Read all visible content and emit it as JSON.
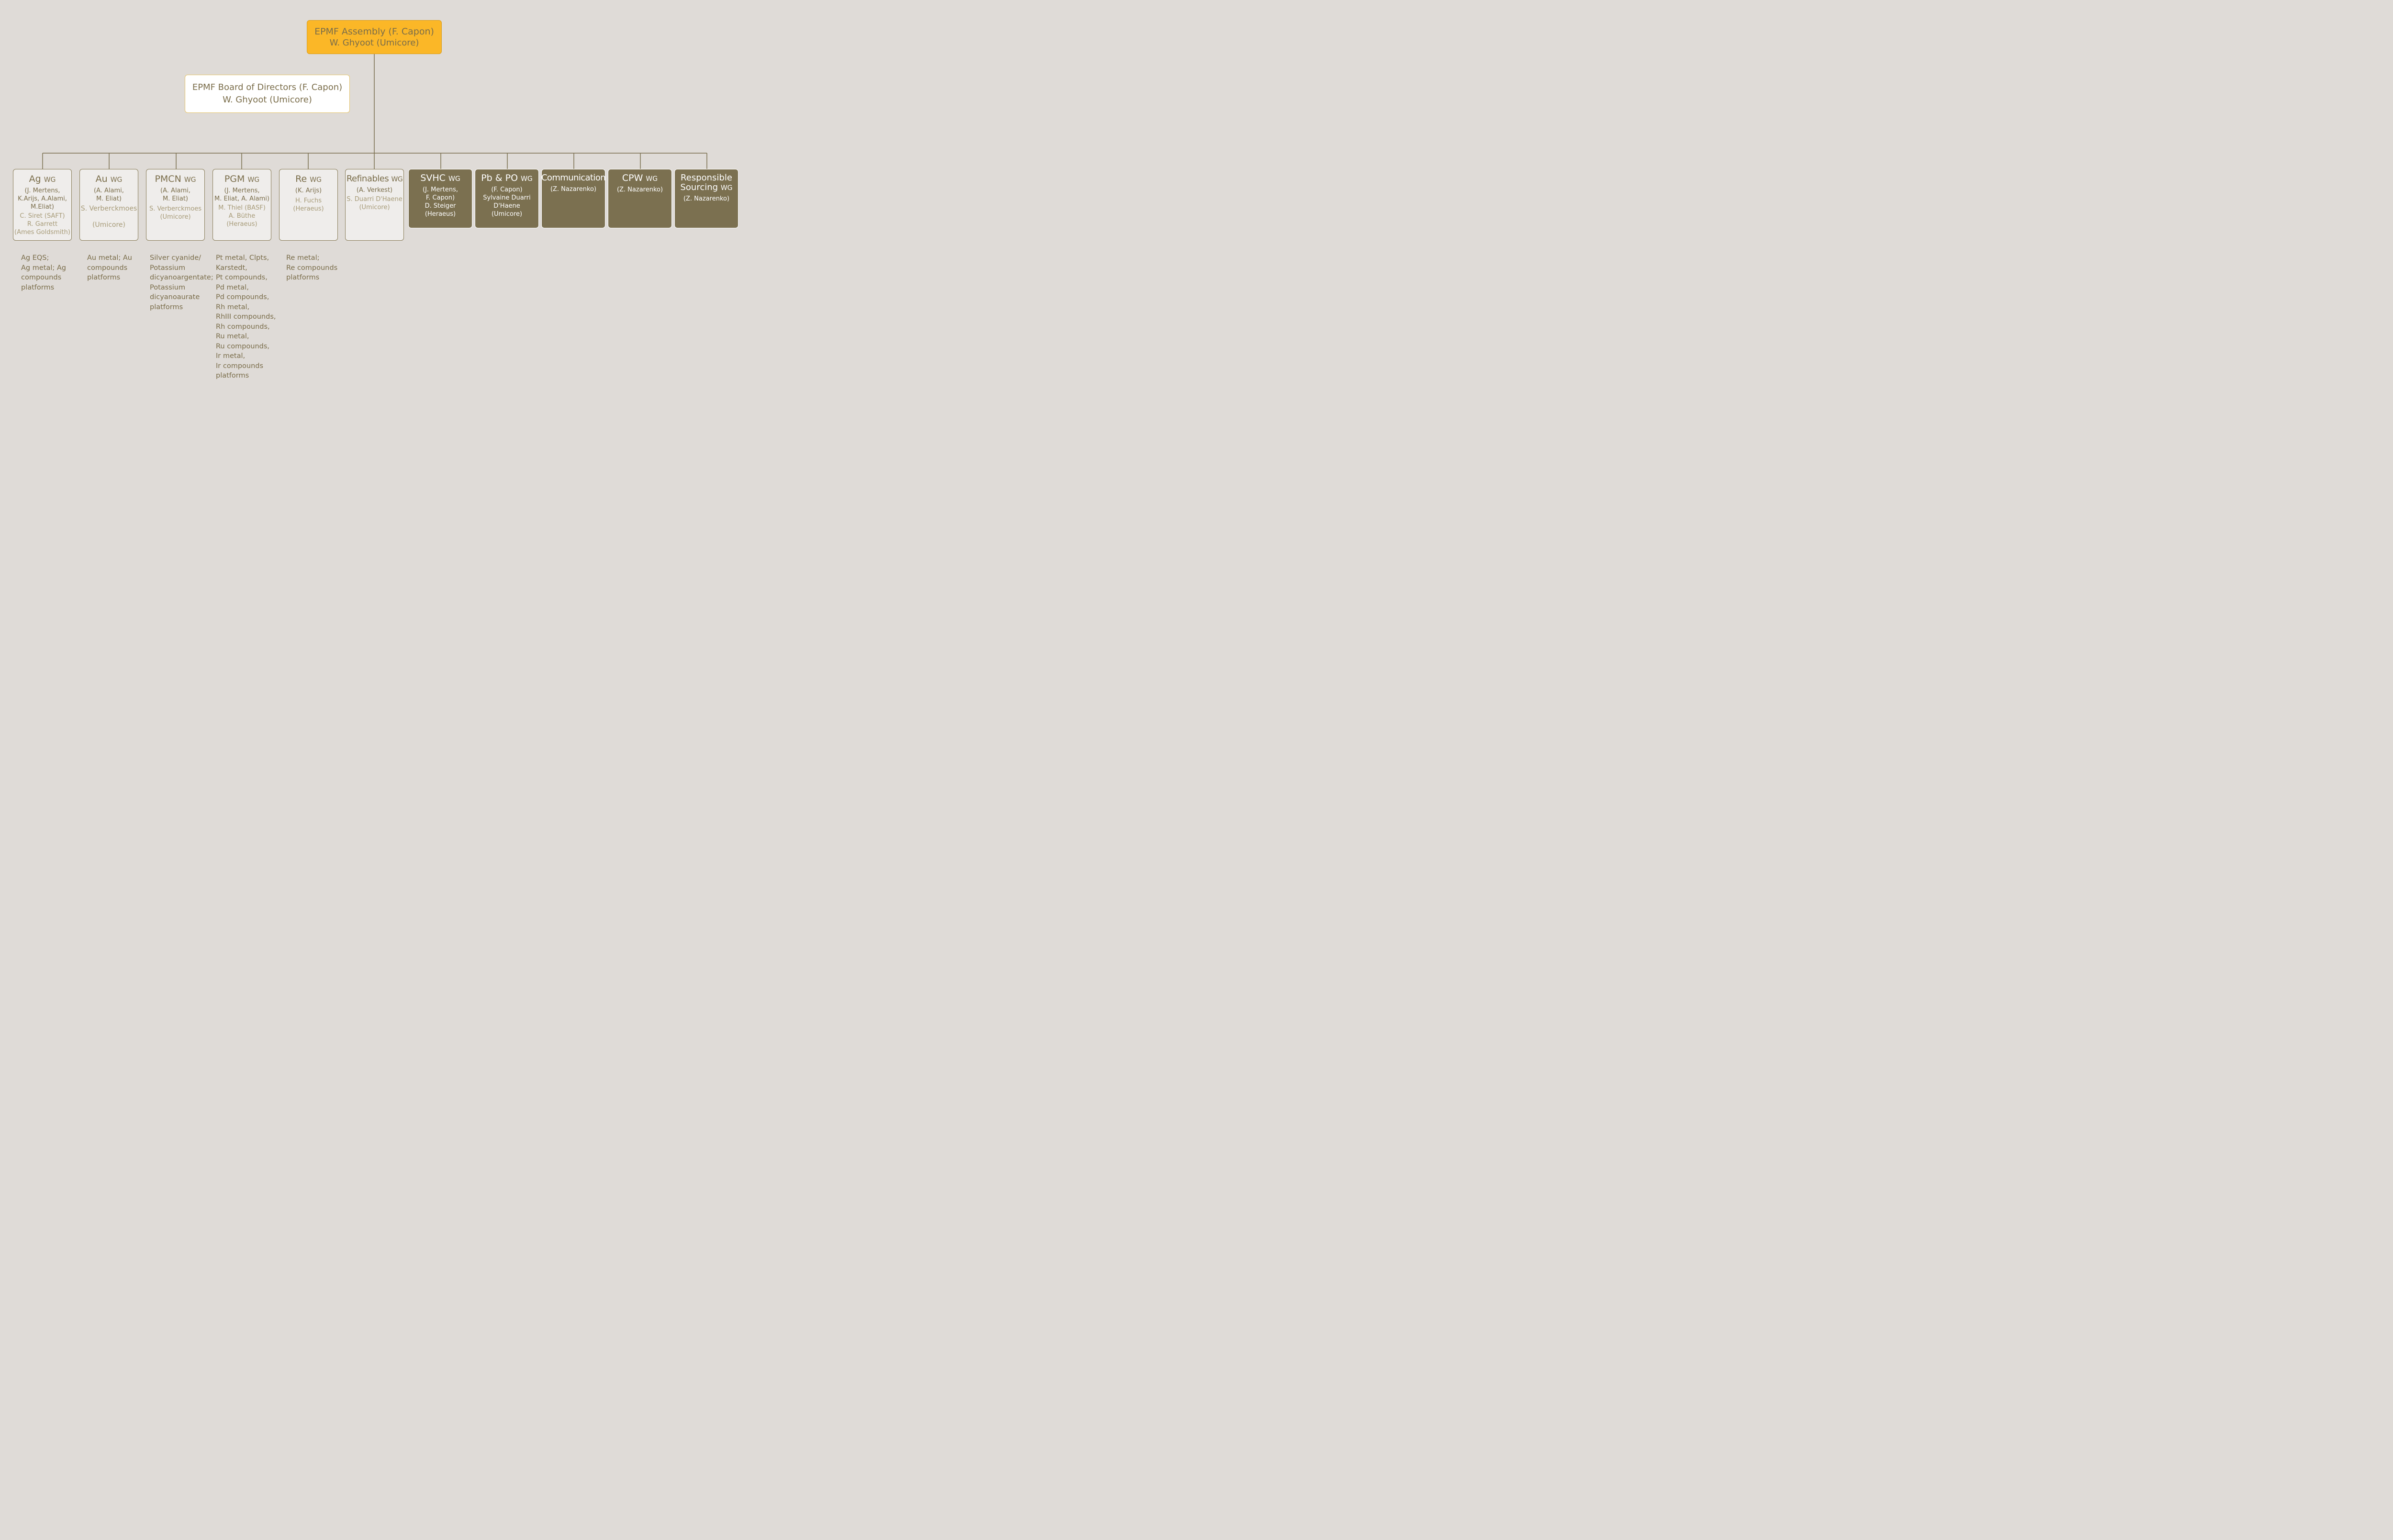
{
  "assembly": {
    "title": "EPMF Assembly (F. Capon)",
    "subtitle": "W. Ghyoot (Umicore)"
  },
  "board": {
    "title": "EPMF Board of Directors (F. Capon)",
    "subtitle": "W. Ghyoot (Umicore)"
  },
  "groups": [
    {
      "name": "Ag",
      "suffix": "WG",
      "members": "(J. Mertens,\nK.Arijs, A.Alami,\nM.Eliat)",
      "org": "C. Siret (SAFT)\nR. Garrett\n(Ames Goldsmith)",
      "scope": "Ag EQS;\nAg metal; Ag\ncompounds\nplatforms"
    },
    {
      "name": "Au",
      "suffix": "WG",
      "members": "(A. Alami,\nM. Eliat)",
      "org": "S. Verberckmoes\n\n(Umicore)",
      "scope": "Au metal; Au\ncompounds\nplatforms"
    },
    {
      "name": "PMCN",
      "suffix": "WG",
      "members": "(A. Alami,\nM. Eliat)",
      "org": "S. Verberckmoes\n(Umicore)",
      "scope": "Silver cyanide/\nPotassium\ndicyanoargentate;\nPotassium\ndicyanoaurate\nplatforms"
    },
    {
      "name": "PGM",
      "suffix": "WG",
      "members": "(J. Mertens,\nM. Eliat, A. Alami)",
      "org": "M. Thiel (BASF)\nA. Büthe\n(Heraeus)",
      "scope": "Pt metal, Clpts,\nKarstedt,\nPt compounds,\nPd metal,\nPd compounds,\nRh metal,\nRhIII compounds,\nRh compounds,\nRu metal,\nRu compounds,\nIr metal,\nIr compounds\nplatforms"
    },
    {
      "name": "Re",
      "suffix": "WG",
      "members": "(K. Arijs)",
      "org": "H. Fuchs\n(Heraeus)",
      "scope": "Re metal;\nRe compounds\nplatforms"
    },
    {
      "name": "Refinables",
      "suffix": "WG",
      "members": "(A. Verkest)",
      "org": "S. Duarri D'Haene\n(Umicore)",
      "scope": ""
    }
  ],
  "dark_groups": [
    {
      "name": "SVHC",
      "suffix": "WG",
      "members": "(J. Mertens,\nF. Capon)\nD. Steiger (Heraeus)"
    },
    {
      "name": "Pb & PO",
      "suffix": "WG",
      "members": "(F. Capon)\nSylvaine Duarri\nD'Haene\n(Umicore)"
    },
    {
      "name": "Communication",
      "suffix": "",
      "members": "(Z. Nazarenko)"
    },
    {
      "name": "CPW",
      "suffix": "WG",
      "members": "(Z. Nazarenko)"
    },
    {
      "name": "Responsible\nSourcing",
      "suffix": "WG",
      "members": "(Z. Nazarenko)"
    }
  ],
  "colors": {
    "line": "#7b7050",
    "assembly": "#fbb727",
    "dark": "#7b7050",
    "background": "#dfdbd7"
  }
}
